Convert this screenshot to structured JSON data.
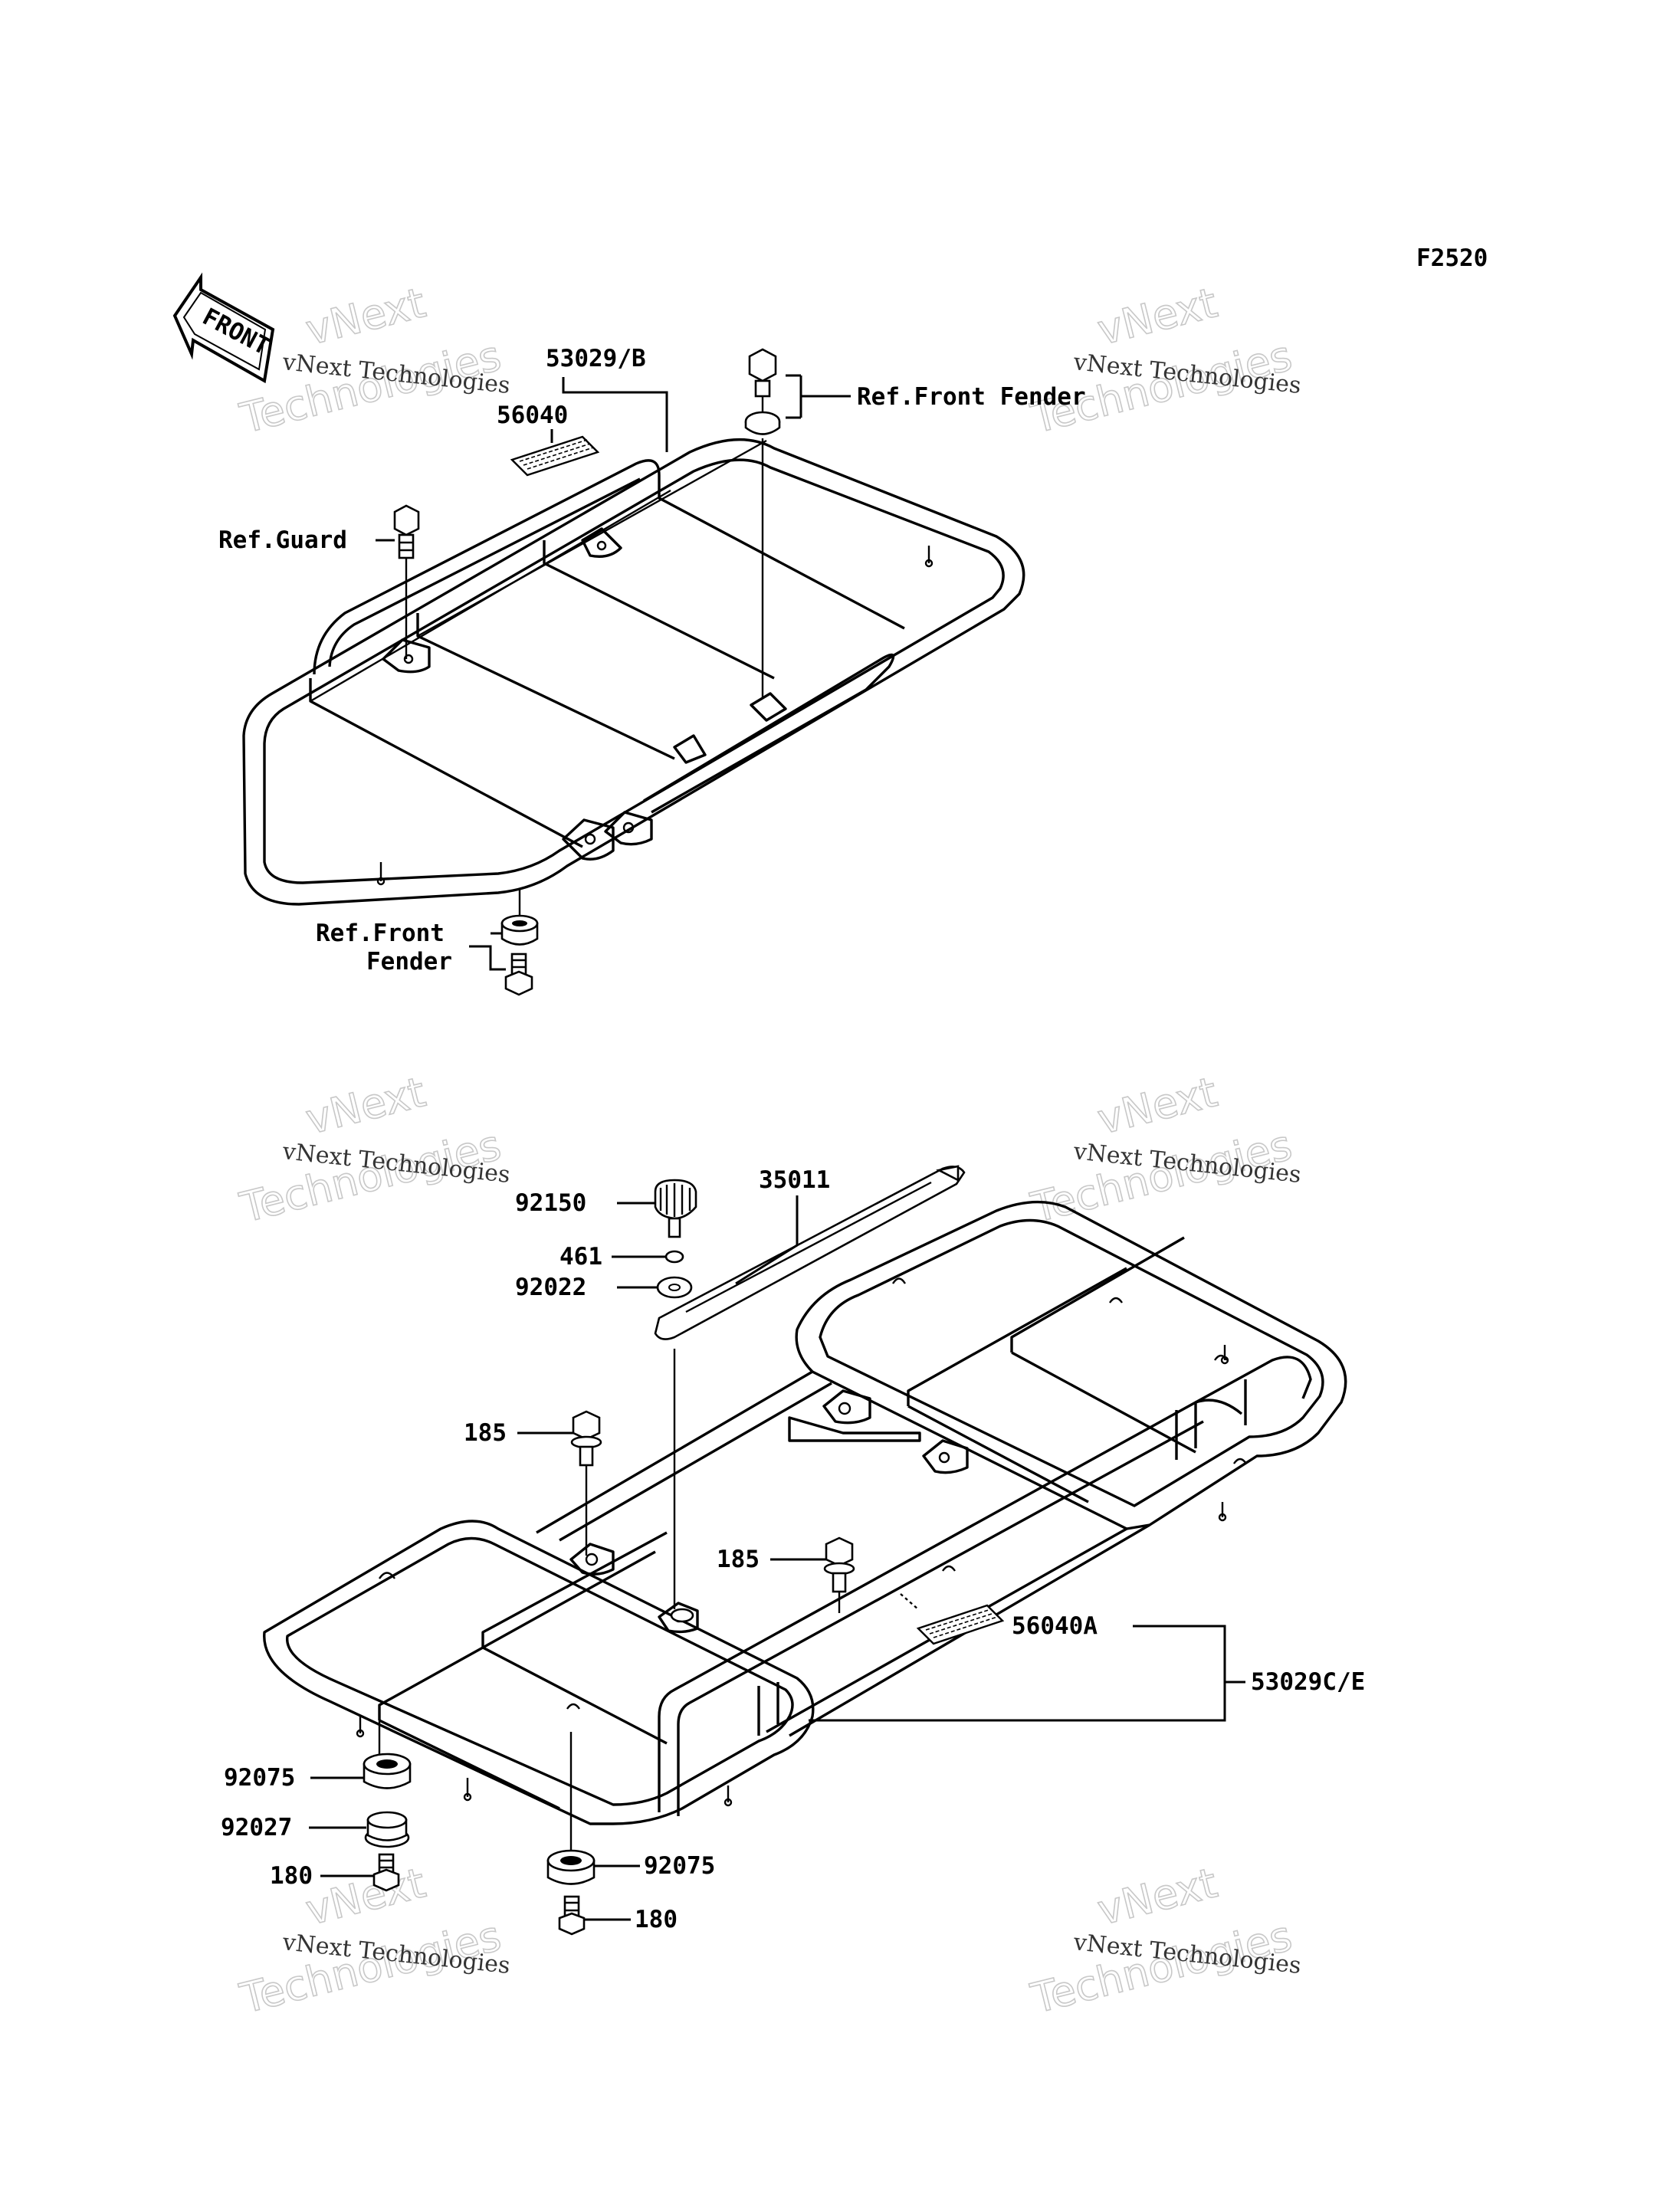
{
  "figure_id": "F2520",
  "front_arrow_text": "FRONT",
  "watermark": {
    "line1": "vNext Technologies",
    "line2": "Technologies",
    "line3": "vNext"
  },
  "top_rack": {
    "labels": {
      "rack": "53029/B",
      "label_plate": "56040",
      "ref_guard": "Ref.Guard",
      "ref_front_fender_right": "Ref.Front Fender",
      "ref_front_fender_line1": "Ref.Front",
      "ref_front_fender_line2": "Fender"
    }
  },
  "bottom_rack": {
    "labels": {
      "knob": "92150",
      "nut": "461",
      "washer": "92022",
      "strap": "35011",
      "bolt_left": "185",
      "bolt_right": "185",
      "label_plate": "56040A",
      "rack": "53029C/E",
      "damper_left": "92075",
      "collar": "92027",
      "screw_left": "180",
      "damper_right": "92075",
      "screw_right": "180"
    }
  }
}
